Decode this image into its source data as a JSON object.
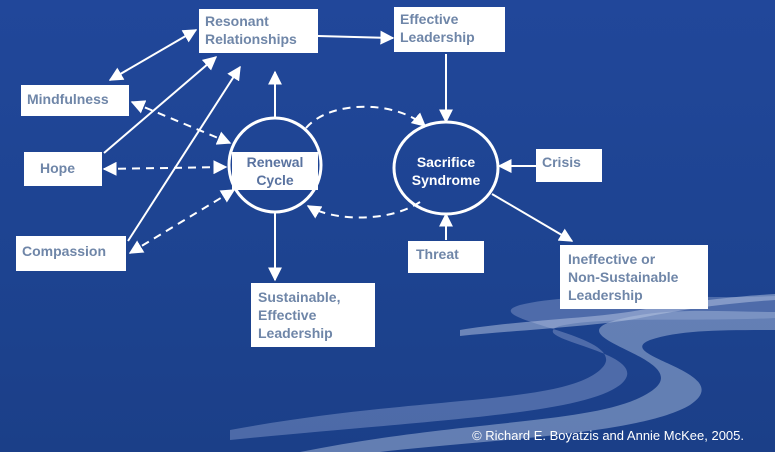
{
  "nodes": {
    "resonant": "Resonant\nRelationships",
    "effective": "Effective\nLeadership",
    "mindfulness": "Mindfulness",
    "hope": "Hope",
    "compassion": "Compassion",
    "renewal": "Renewal\nCycle",
    "sacrifice": "Sacrifice\nSyndrome",
    "crisis": "Crisis",
    "threat": "Threat",
    "ineffective": "Ineffective or\nNon-Sustainable\nLeadership",
    "sustainable": "Sustainable,\nEffective\nLeadership"
  },
  "copyright": "©  Richard E. Boyatzis and Annie McKee, 2005.",
  "colors": {
    "background": "#1f4591",
    "box_fill": "#ffffff",
    "box_text": "#6f86a8",
    "arrow": "#ffffff",
    "wave_light": "#8ea3cc"
  }
}
